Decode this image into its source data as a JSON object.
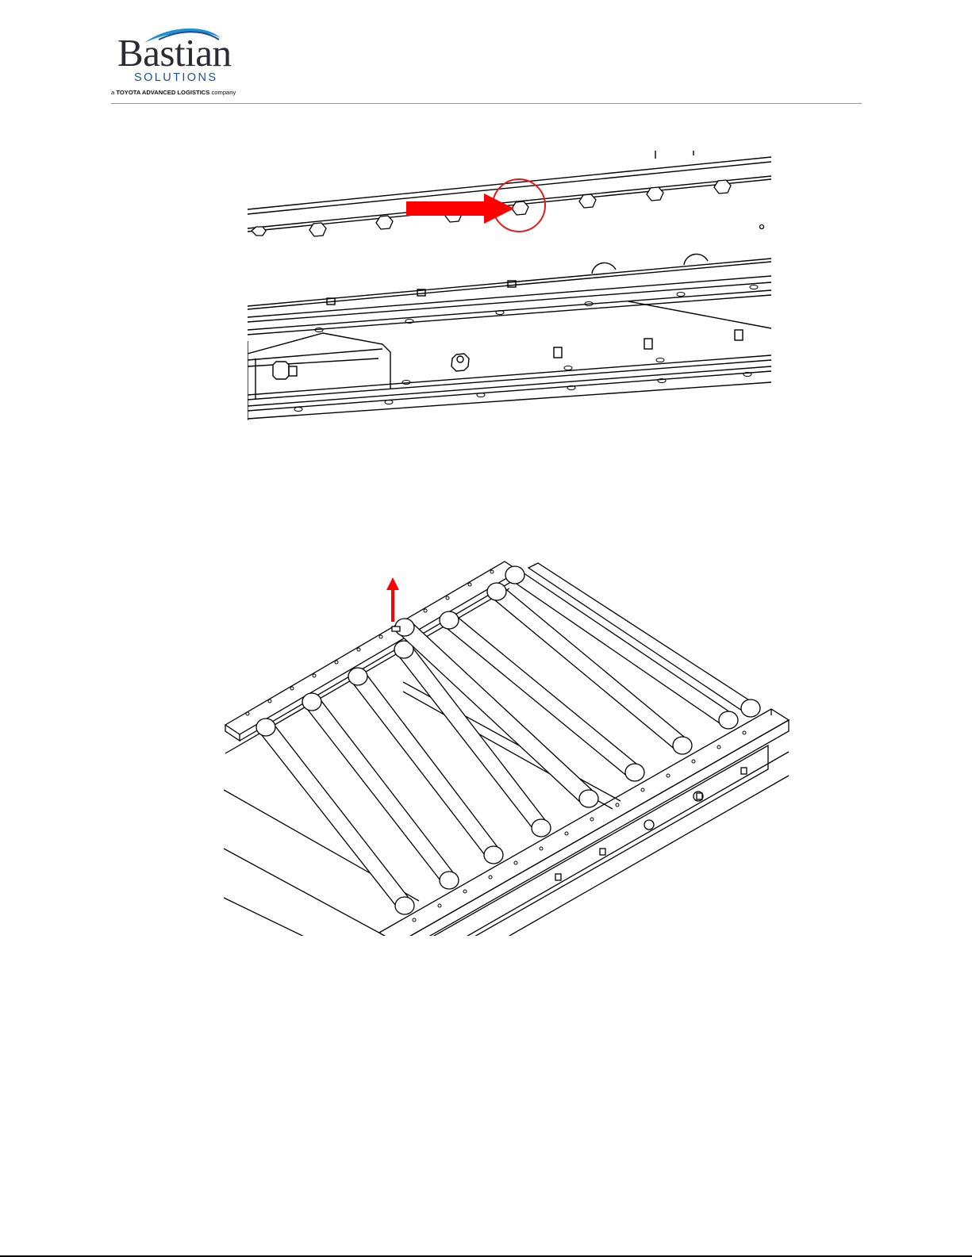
{
  "header": {
    "logo": {
      "wordmark": "Bastian",
      "sub": "SOLUTIONS",
      "tagline_prefix": "a",
      "tagline_brand": "TOYOTA ADVANCED LOGISTICS",
      "tagline_suffix": "company"
    }
  },
  "figures": [
    {
      "subject": "conveyor side frame with hex bolts",
      "icon": "right-arrow-icon",
      "callout": "circle-callout"
    },
    {
      "subject": "roller conveyor with one roller lifted out",
      "icon": "up-arrow-icon"
    }
  ],
  "colors": {
    "accent": "#ff0000",
    "logo_blue": "#1f4e8f",
    "logo_text": "#2b2b33",
    "rule": "#9a9a9a"
  }
}
